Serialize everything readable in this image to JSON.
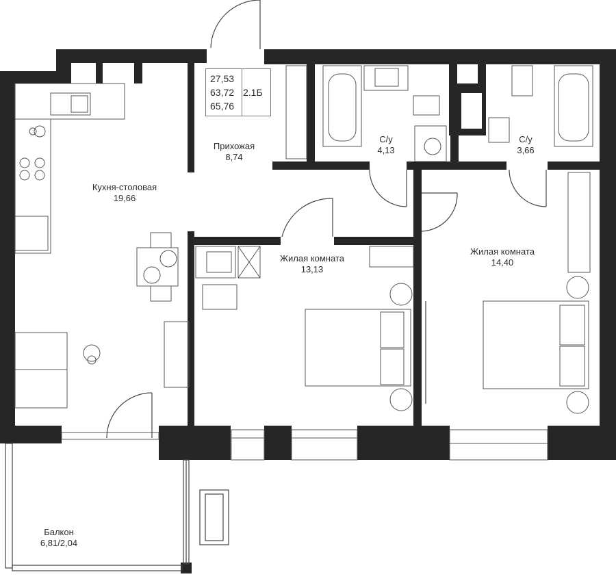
{
  "summary": {
    "areas": [
      "27,53",
      "63,72",
      "65,76"
    ],
    "type": "2.1Б"
  },
  "rooms": {
    "kitchen": {
      "name": "Кухня-столовая",
      "area": "19,66"
    },
    "hall": {
      "name": "Прихожая",
      "area": "8,74"
    },
    "bath1": {
      "name": "С/у",
      "area": "4,13"
    },
    "bath2": {
      "name": "С/у",
      "area": "3,66"
    },
    "living1": {
      "name": "Жилая комната",
      "area": "13,13"
    },
    "living2": {
      "name": "Жилая комната",
      "area": "14,40"
    },
    "balcony": {
      "name": "Балкон",
      "area": "6,81/2,04"
    }
  },
  "colors": {
    "wall": "#262626",
    "line": "#555555",
    "text": "#2b2b2b"
  }
}
